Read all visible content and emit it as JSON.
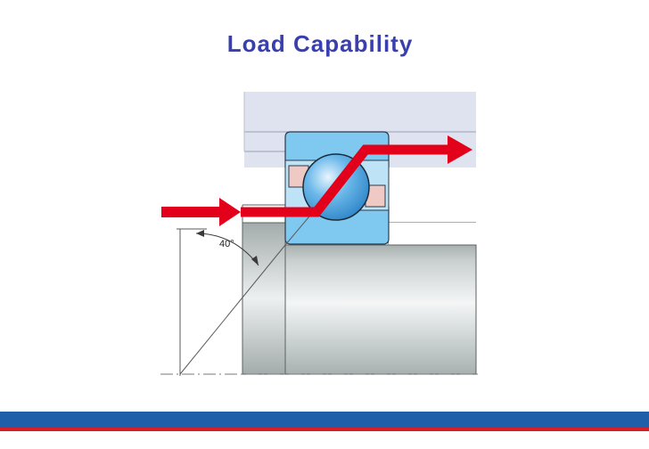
{
  "slide": {
    "title": "Load Capability"
  },
  "diagram": {
    "angle_label": "40°",
    "contact_angle_deg": 40
  },
  "colors": {
    "title": "#3a3fae",
    "arrow": "#e2001a",
    "bearing_ring": "#7fc8ef",
    "ball": "#4aa9e6",
    "cage": "#efc9c4",
    "housing": "#dfe3ef",
    "shaft_light": "#f4f6f6",
    "shaft_dark": "#a9b0b0",
    "footer_blue": "#1f5ea8",
    "footer_red": "#d81e25"
  }
}
